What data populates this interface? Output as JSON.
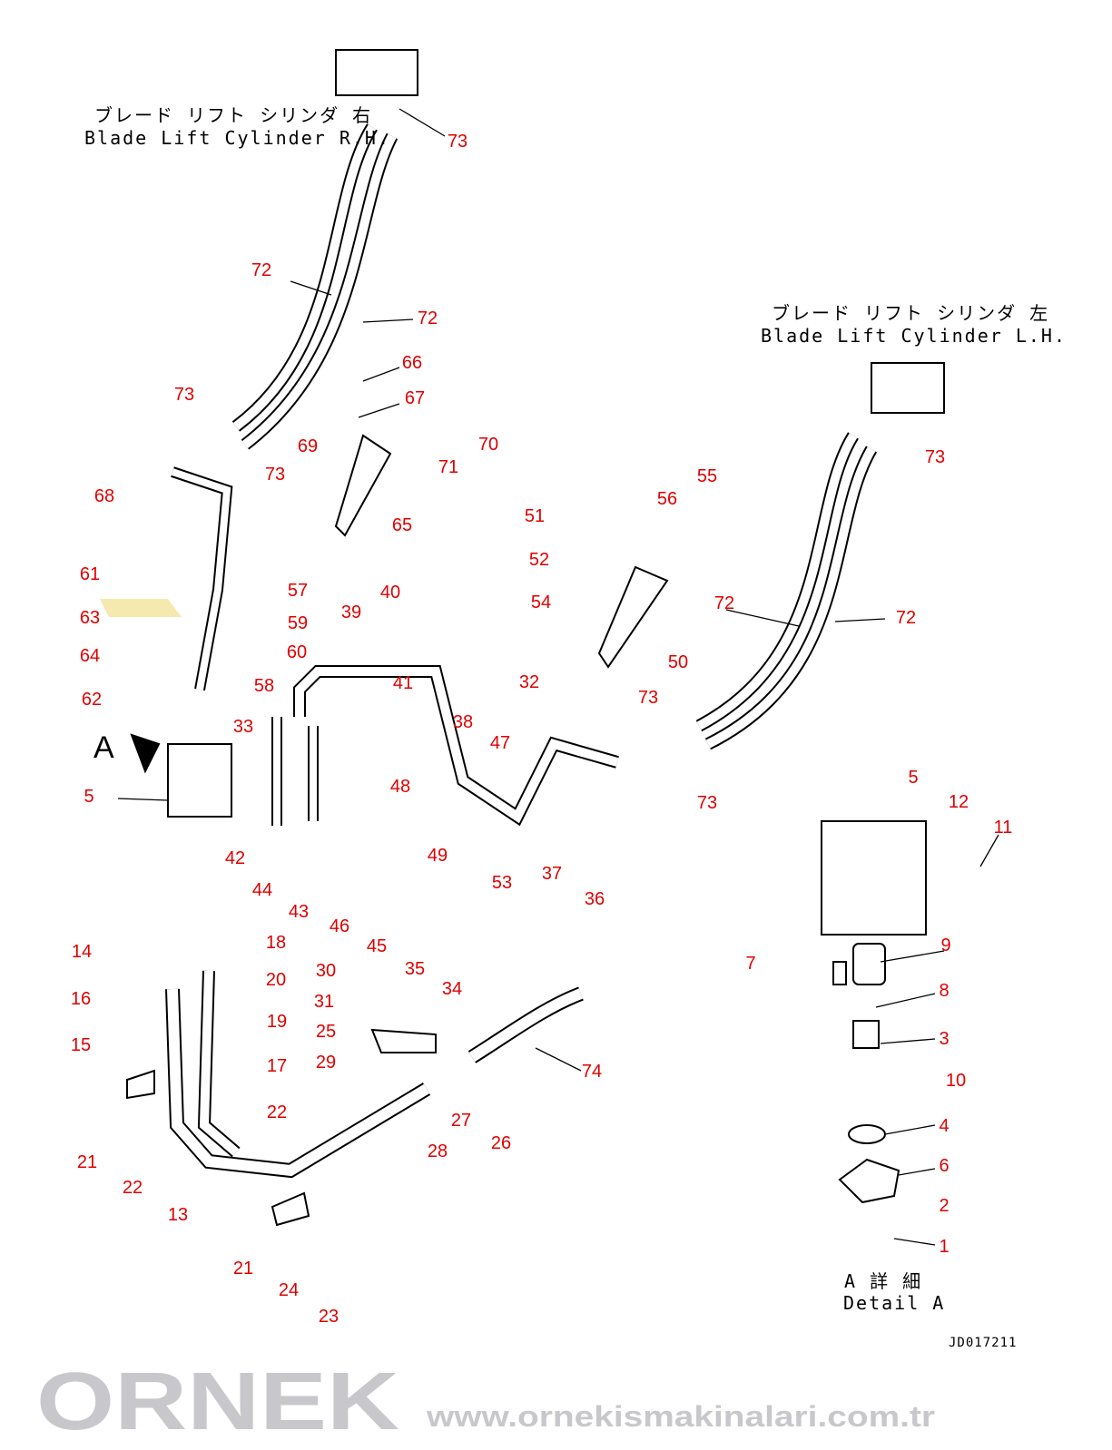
{
  "titles": {
    "rh_jp": "ブレード リフト シリンダ 右",
    "rh_en": "Blade Lift Cylinder R.H.",
    "lh_jp": "ブレード リフト シリンダ 左",
    "lh_en": "Blade Lift Cylinder L.H.",
    "detail_jp": "A 詳 細",
    "detail_en": "Detail A",
    "view_marker": "A",
    "drawing_code": "JD017211"
  },
  "watermark": {
    "logo": "ORNEK",
    "url": "www.ornekismakinalari.com.tr"
  },
  "callouts": [
    "73",
    "72",
    "72",
    "66",
    "73",
    "67",
    "70",
    "69",
    "71",
    "73",
    "68",
    "65",
    "55",
    "56",
    "51",
    "52",
    "54",
    "50",
    "72",
    "72",
    "73",
    "61",
    "57",
    "63",
    "59",
    "64",
    "60",
    "62",
    "58",
    "39",
    "40",
    "41",
    "32",
    "73",
    "38",
    "47",
    "33",
    "48",
    "73",
    "5",
    "42",
    "49",
    "53",
    "44",
    "43",
    "46",
    "45",
    "37",
    "36",
    "35",
    "34",
    "18",
    "14",
    "30",
    "20",
    "16",
    "31",
    "19",
    "25",
    "15",
    "29",
    "17",
    "74",
    "27",
    "26",
    "22",
    "28",
    "21",
    "22",
    "13",
    "21",
    "24",
    "23",
    "5",
    "12",
    "11",
    "7",
    "9",
    "8",
    "3",
    "10",
    "4",
    "6",
    "2",
    "1"
  ],
  "colors": {
    "callout": "#e00000",
    "watermark": "#c8c8cc"
  }
}
